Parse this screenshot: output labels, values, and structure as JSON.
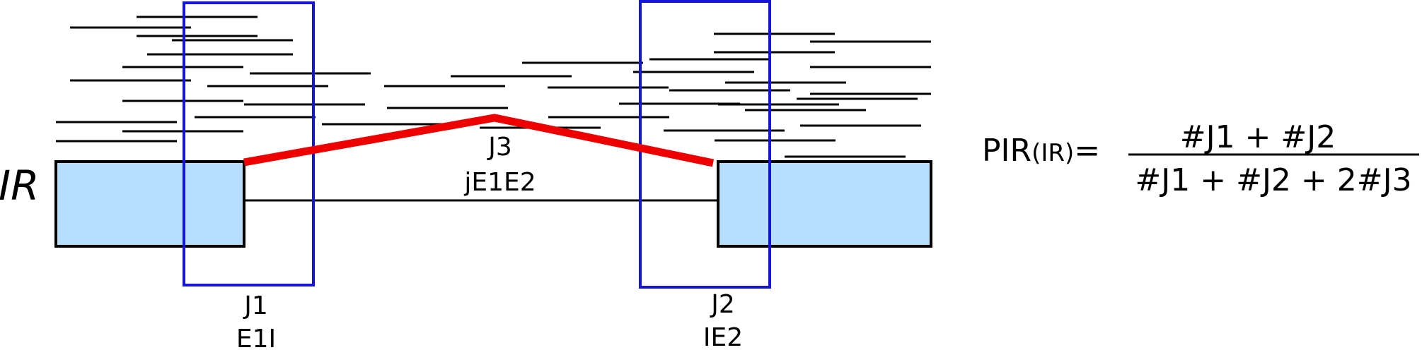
{
  "labels": {
    "region": "IR",
    "j1": "J1",
    "j1_sub": "E1I",
    "j2": "J2",
    "j2_sub": "IE2",
    "j3": "J3",
    "j3_sub": "jE1E2"
  },
  "formula": {
    "lhs": "PIR",
    "lhs_arg": "(IR)",
    "equals": "=",
    "numerator": "#J1 + #J2",
    "denominator": "#J1 + #J2 + 2#J3"
  },
  "colors": {
    "exon_fill": "#b5dffc",
    "box_stroke": "#1515d8",
    "junction_red": "#ee0000",
    "line": "#000000"
  }
}
